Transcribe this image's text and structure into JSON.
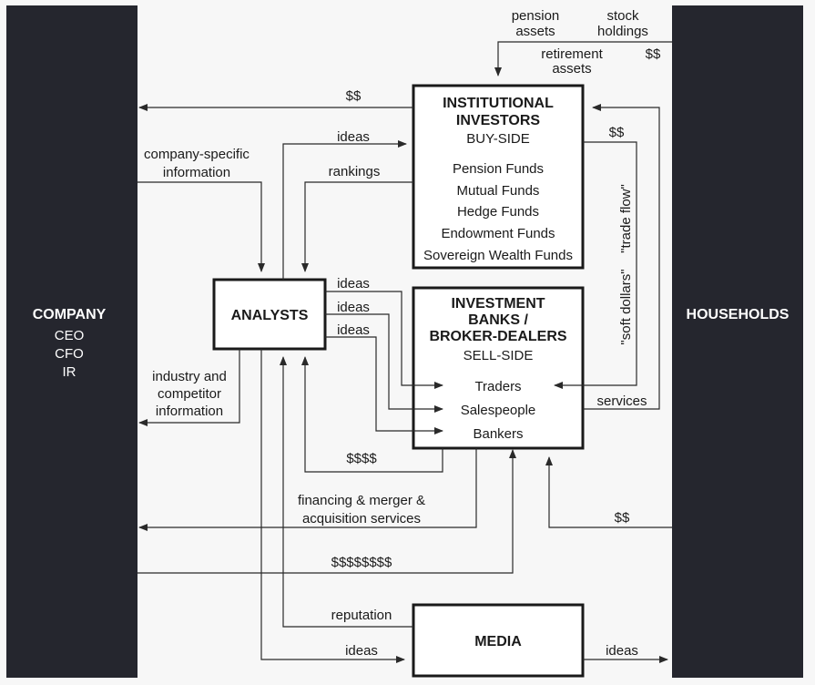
{
  "company": {
    "title": "COMPANY",
    "lines": [
      "CEO",
      "CFO",
      "IR"
    ]
  },
  "households": {
    "title": "HOUSEHOLDS"
  },
  "institutional": {
    "title_1": "INSTITUTIONAL",
    "title_2": "INVESTORS",
    "subtitle": "BUY-SIDE",
    "items": [
      "Pension Funds",
      "Mutual Funds",
      "Hedge Funds",
      "Endowment Funds",
      "Sovereign Wealth Funds"
    ]
  },
  "investment_banks": {
    "title_1": "INVESTMENT",
    "title_2": "BANKS /",
    "title_3": "BROKER-DEALERS",
    "subtitle": "SELL-SIDE",
    "items": [
      "Traders",
      "Salespeople",
      "Bankers"
    ]
  },
  "analysts": {
    "title": "ANALYSTS"
  },
  "media": {
    "title": "MEDIA"
  },
  "labels": {
    "pension_1": "pension",
    "pension_2": "assets",
    "stock_1": "stock",
    "stock_2": "holdings",
    "retirement_1": "retirement",
    "retirement_2": "assets",
    "money_hh_top": "$$",
    "money_to_company": "$$",
    "company_specific_1": "company-specific",
    "company_specific_2": "information",
    "ideas_to_buyside": "ideas",
    "rankings": "rankings",
    "money_soft": "$$",
    "soft_dollars": "\"soft dollars\"",
    "trade_flow": "\"trade flow\"",
    "ideas_1": "ideas",
    "ideas_2": "ideas",
    "ideas_3": "ideas",
    "industry_1": "industry and",
    "industry_2": "competitor",
    "industry_3": "information",
    "services": "services",
    "money_4": "$$$$",
    "financing_1": "financing & merger &",
    "financing_2": "acquisition services",
    "money_hh_bottom": "$$",
    "money_8": "$$$$$$$$",
    "reputation": "reputation",
    "ideas_to_media": "ideas",
    "ideas_from_media": "ideas"
  }
}
